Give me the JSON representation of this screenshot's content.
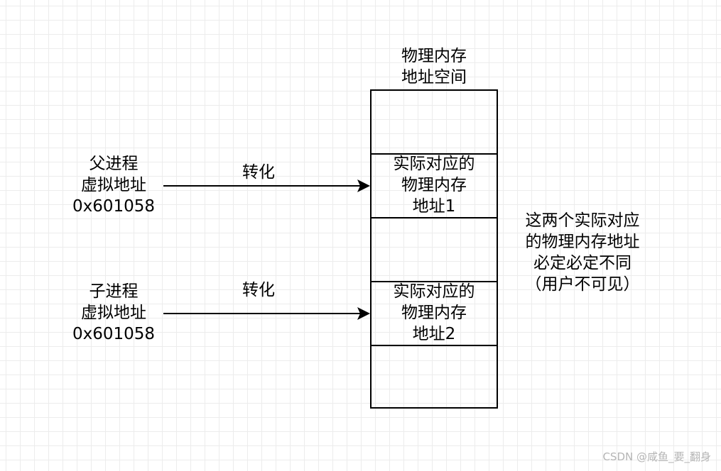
{
  "memory": {
    "title": "物理内存\n地址空间",
    "cell1": "实际对应的\n物理内存\n地址1",
    "cell2": "实际对应的\n物理内存\n地址2"
  },
  "parent": {
    "label": "父进程\n虚拟地址\n0x601058",
    "arrow_label": "转化"
  },
  "child": {
    "label": "子进程\n虚拟地址\n0x601058",
    "arrow_label": "转化"
  },
  "note": "这两个实际对应\n的物理内存地址\n必定必定不同\n（用户不可见）",
  "watermark": "CSDN @咸鱼_要_翻身"
}
